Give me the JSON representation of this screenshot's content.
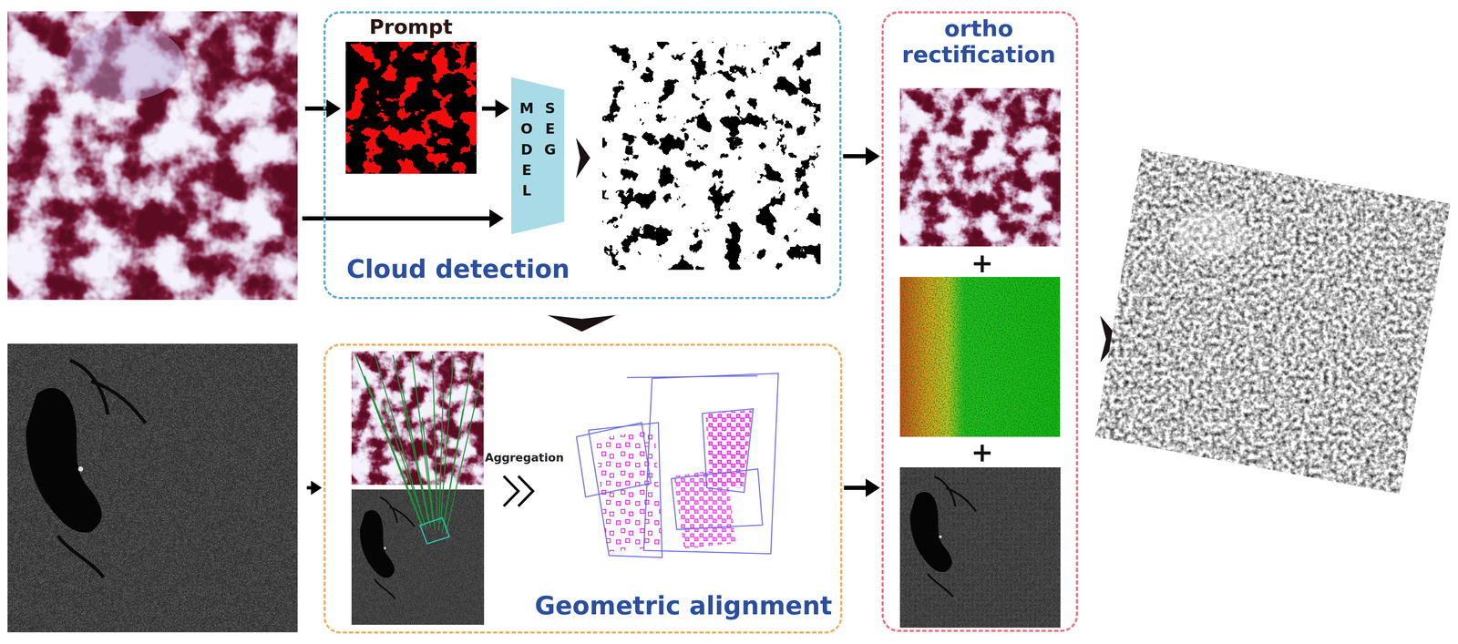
{
  "diagram": {
    "nodes": [
      {
        "text": [
          "Cloud detection"
        ]
      },
      {
        "text": [
          "Prompt"
        ],
        "in": 0
      },
      {
        "text": [
          "MODEL",
          "SEG"
        ],
        "in": 0
      },
      {
        "text": [
          "ortho rectification"
        ]
      },
      {
        "text": [
          "Geometric alignment"
        ]
      }
    ],
    "edges": [
      {
        "from": 1,
        "to": 2,
        "arrow": "to"
      },
      {
        "from": 0,
        "to": 4,
        "arrow": "to"
      },
      {
        "from": 0,
        "to": 3,
        "arrow": "to"
      },
      {
        "from": 4,
        "to": 3,
        "arrow": "to"
      }
    ],
    "labels": [
      "Aggregation",
      "+",
      "+"
    ]
  }
}
